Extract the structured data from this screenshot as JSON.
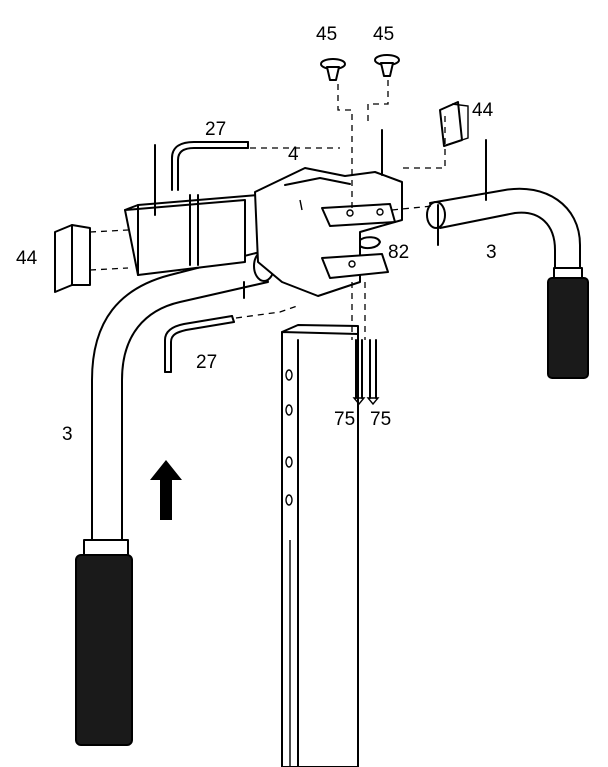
{
  "labels": {
    "label_45_left": "45",
    "label_45_right": "45",
    "label_44_right": "44",
    "label_27_top": "27",
    "label_4": "4",
    "label_44_left": "44",
    "label_82": "82",
    "label_3_right": "3",
    "label_27_bottom": "27",
    "label_3_left": "3",
    "label_75_left": "75",
    "label_75_right": "75"
  }
}
